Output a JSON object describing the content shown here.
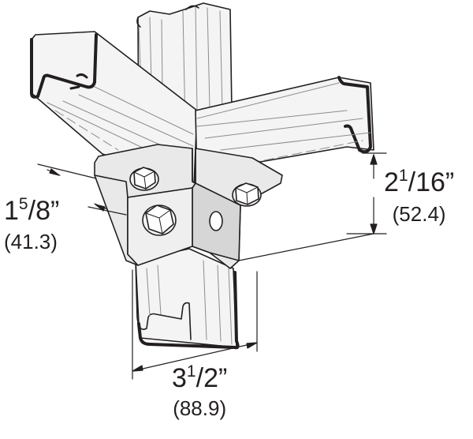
{
  "figure": {
    "dimensions": {
      "width": {
        "whole": "3",
        "num": "1",
        "den": "2",
        "metric": "(88.9)"
      },
      "depth": {
        "whole": "1",
        "num": "5",
        "den": "8",
        "metric": "(41.3)"
      },
      "height": {
        "whole": "2",
        "num": "1",
        "den": "16",
        "metric": "(52.4)"
      }
    },
    "colors": {
      "line": "#231f20",
      "channel": "#f4f4f4",
      "plate": "#e9e9e9",
      "shade": "#d6d6d6"
    }
  }
}
